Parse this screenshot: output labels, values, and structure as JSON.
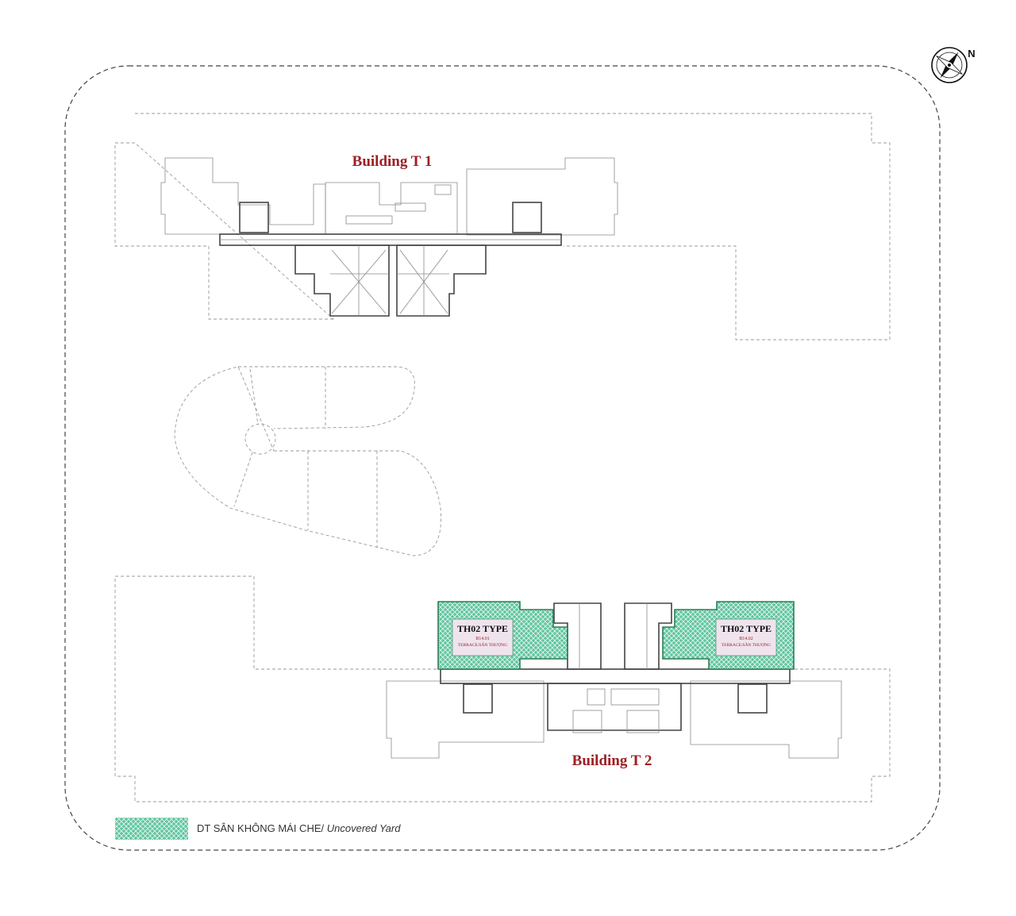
{
  "building_t1": {
    "label": "Building T 1"
  },
  "building_t2": {
    "label": "Building T 2"
  },
  "compass": {
    "label": "N"
  },
  "units": [
    {
      "type": "TH02 TYPE",
      "code": "B14.01",
      "caption": "TERRACE/SÂN THƯỢNG"
    },
    {
      "type": "TH02 TYPE",
      "code": "B14.02",
      "caption": "TERRACE/SÂN THƯỢNG"
    }
  ],
  "legend": {
    "label": "DT SÂN KHÔNG MÁI CHE/",
    "label_en": " Uncovered Yard",
    "swatch_color": "#5fc6a0"
  },
  "colors": {
    "title_red": "#9c1f24",
    "terrace_green": "#5fc6a0",
    "terrace_stroke": "#2e7d57"
  }
}
